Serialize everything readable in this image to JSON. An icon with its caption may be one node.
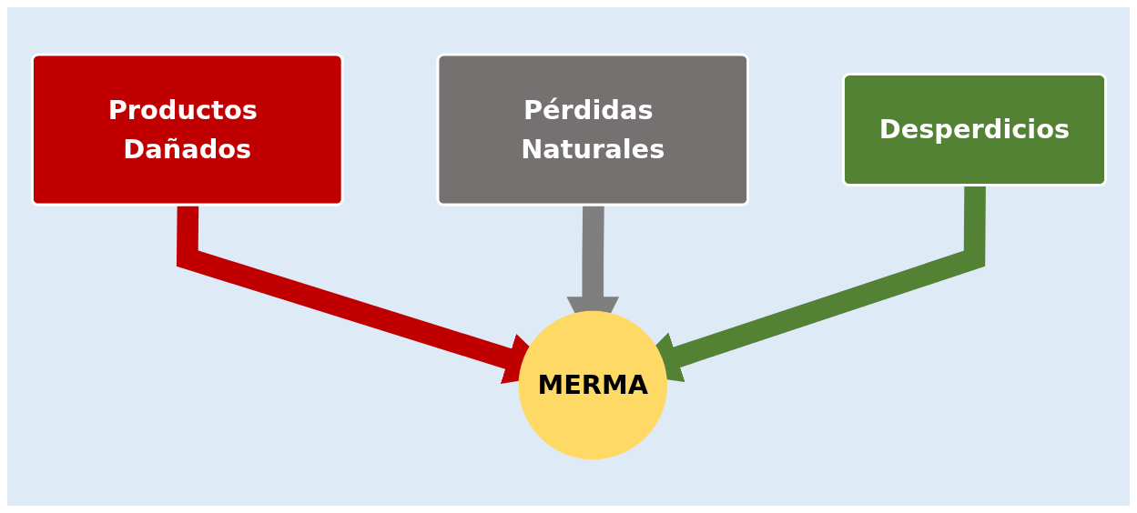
{
  "diagram": {
    "nodes": [
      {
        "text": [
          "Productos Dañados"
        ]
      },
      {
        "text": [
          "Pérdidas Naturales"
        ]
      },
      {
        "text": [
          "Desperdicios"
        ]
      },
      {
        "text": [
          "MERMA"
        ]
      }
    ],
    "edges": [
      {
        "from": 0,
        "to": 3,
        "arrow": "to",
        "color": "#c00000"
      },
      {
        "from": 1,
        "to": 3,
        "arrow": "to",
        "color": "#7f7f7f"
      },
      {
        "from": 2,
        "to": 3,
        "arrow": "to",
        "color": "#548235"
      }
    ]
  }
}
